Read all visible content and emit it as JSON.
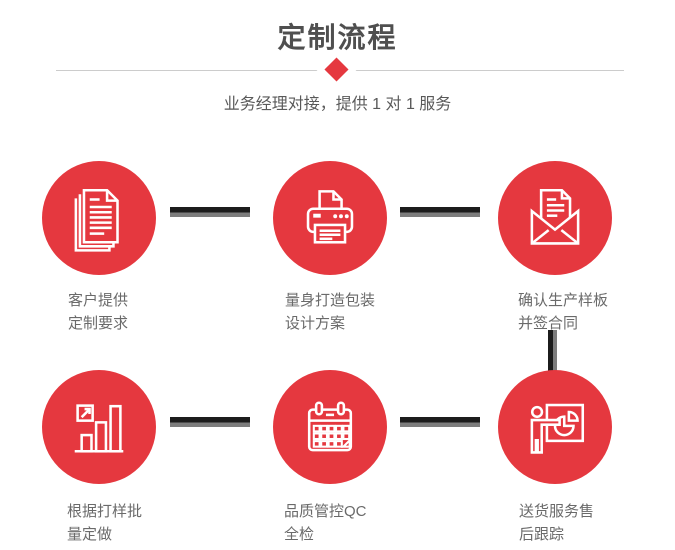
{
  "header": {
    "title": "定制流程",
    "subtitle": "业务经理对接，提供 1 对 1 服务"
  },
  "colors": {
    "accent_red": "#e5383f",
    "title_gray": "#4f4f4f",
    "text_gray": "#6a6a6a",
    "divider_gray": "#cccccc",
    "connector_dark": "#1c1c1c",
    "connector_gray": "#7d7d7d"
  },
  "steps": [
    {
      "id": 1,
      "icon": "documents-icon",
      "label": [
        "客户提供",
        "定制要求"
      ]
    },
    {
      "id": 2,
      "icon": "printer-icon",
      "label": [
        "量身打造包装",
        "设计方案"
      ]
    },
    {
      "id": 3,
      "icon": "envelope-icon",
      "label": [
        "确认生产样板",
        "并签合同"
      ]
    },
    {
      "id": 4,
      "icon": "bar-chart-icon",
      "label": [
        "根据打样批",
        "量定做"
      ]
    },
    {
      "id": 5,
      "icon": "calendar-icon",
      "label": [
        "品质管控QC",
        "全检"
      ]
    },
    {
      "id": 6,
      "icon": "presentation-icon",
      "label": [
        "送货服务售",
        "后跟踪"
      ]
    }
  ]
}
